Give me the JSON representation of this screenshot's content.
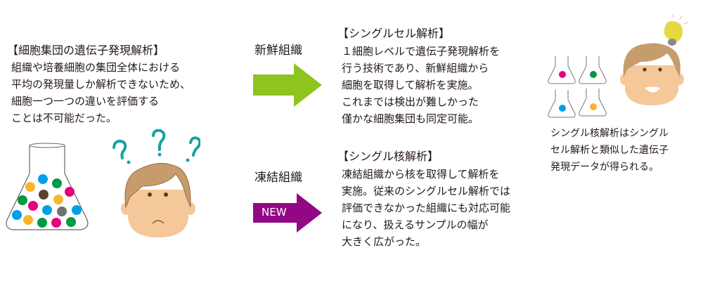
{
  "left": {
    "heading": "【細胞集団の遺伝子発現解析】",
    "lines": [
      "組織や培養細胞の集団全体における",
      "平均の発現量しか解析できないため、",
      "細胞一つ一つの違いを評価する",
      "ことは不可能だった。"
    ]
  },
  "fresh": {
    "label": "新鮮組織",
    "arrow_color": "#8fc31f"
  },
  "frozen": {
    "label": "凍結組織",
    "arrow_label": "NEW",
    "arrow_color": "#920783"
  },
  "single_cell": {
    "heading": "【シングルセル解析】",
    "lines": [
      "１細胞レベルで遺伝子発現解析を",
      "行う技術であり、新鮮組織から",
      "細胞を取得して解析を実施。",
      "これまでは検出が難しかった",
      "僅かな細胞集団も同定可能。"
    ]
  },
  "single_nucleus": {
    "heading": "【シングル核解析】",
    "lines": [
      "凍結組織から核を取得して解析を",
      "実施。従来のシングルセル解析では",
      "評価できなかった組織にも対応可能",
      "になり、扱えるサンプルの幅が",
      "大きく広がった。"
    ]
  },
  "caption": {
    "lines": [
      "シングル核解析はシングル",
      "セル解析と類似した遺伝子",
      "発現データが得られる。"
    ]
  },
  "colors": {
    "magenta": "#e4007f",
    "green": "#009944",
    "blue": "#00a0e9",
    "yellow": "#f8b62d",
    "brown": "#5b4230",
    "gray": "#727171",
    "teal": "#15a3a0",
    "hair": "#c69c6d",
    "skin": "#f5c89a"
  }
}
